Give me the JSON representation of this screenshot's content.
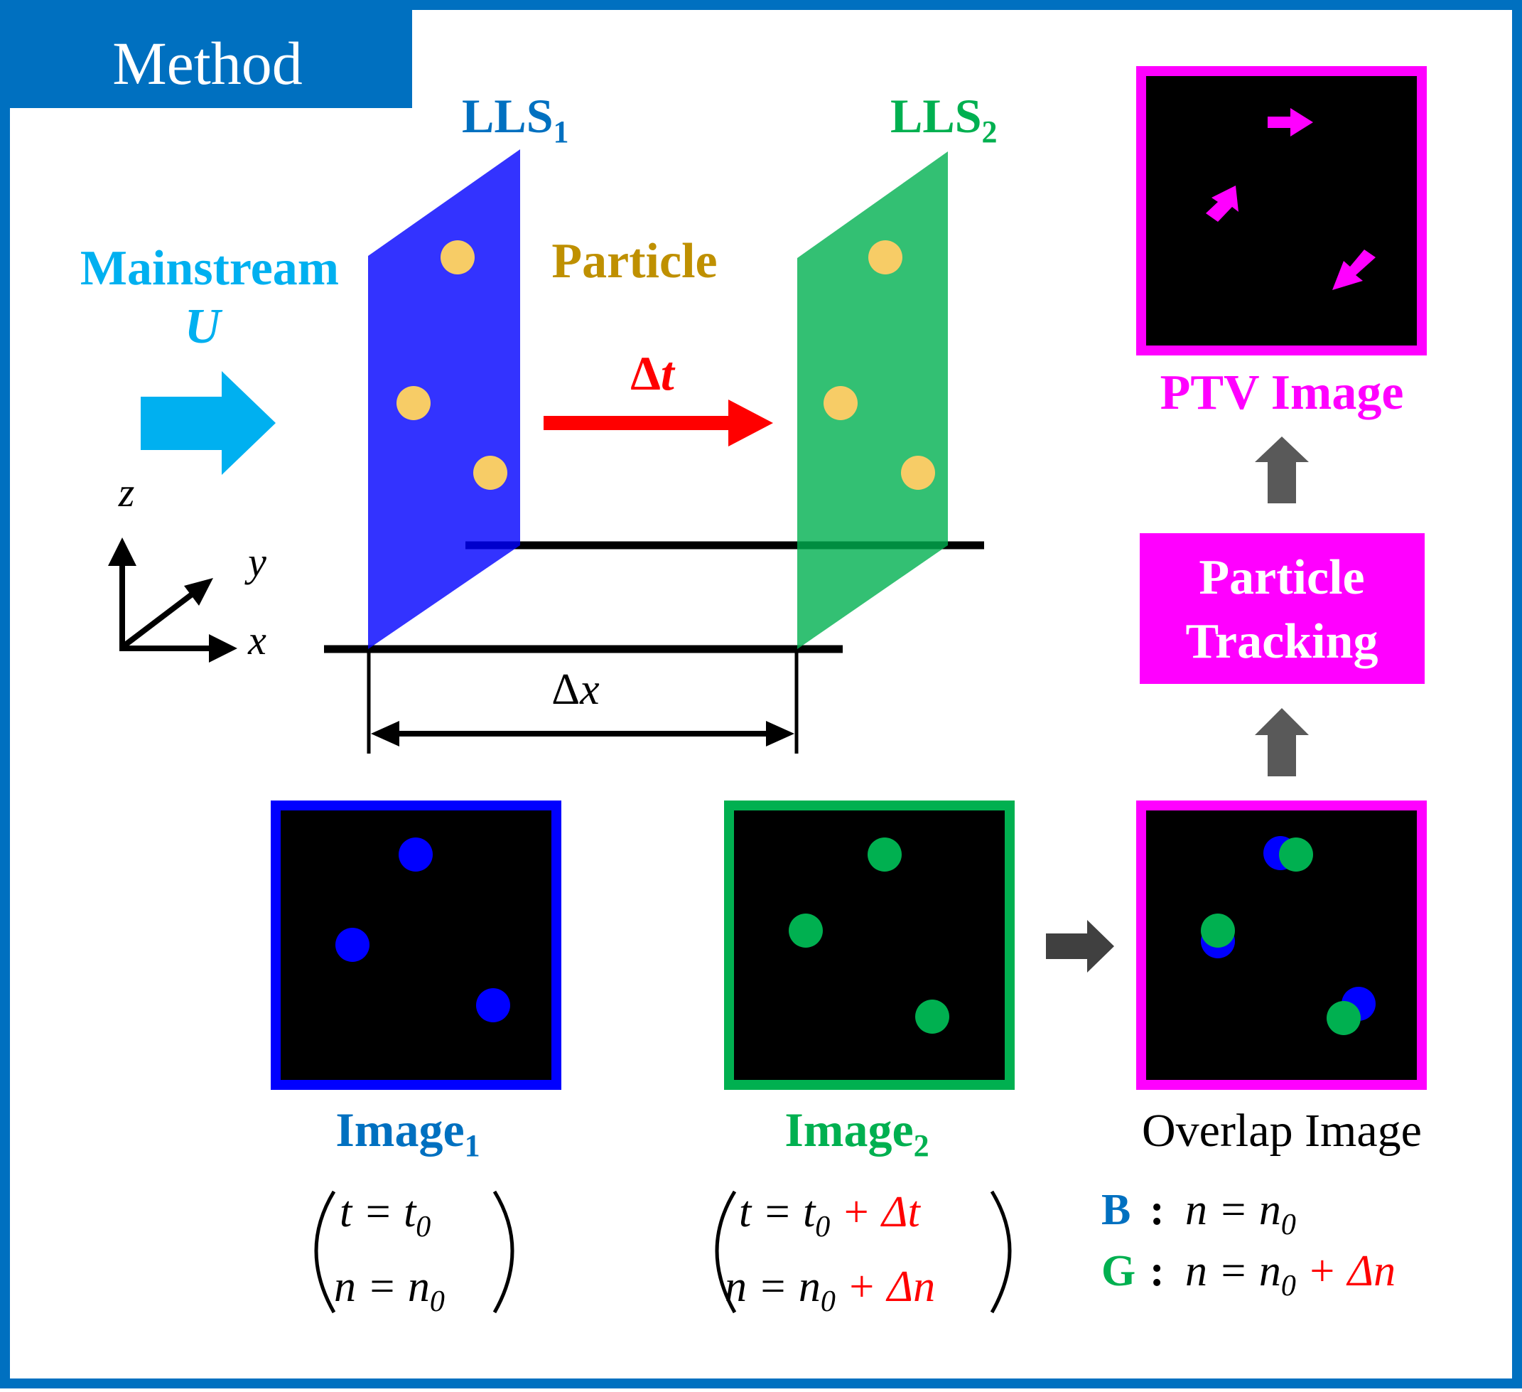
{
  "header": {
    "title": "Method"
  },
  "labels": {
    "lls1": "LLS",
    "lls1_sub": "1",
    "lls2": "LLS",
    "lls2_sub": "2",
    "mainstream": "Mainstream",
    "mainstream_symbol": "U",
    "particle": "Particle",
    "dt_delta": "Δ",
    "dt_t": "t",
    "dx_delta": "Δ",
    "dx_x": "x",
    "axis_z": "z",
    "axis_y": "y",
    "axis_x": "x"
  },
  "panels": {
    "ptv_title": "PTV Image",
    "tracking_line1": "Particle",
    "tracking_line2": "Tracking",
    "image1_label": "Image",
    "image1_sub": "1",
    "image2_label": "Image",
    "image2_sub": "2",
    "overlap_label": "Overlap Image"
  },
  "equations": {
    "image1": {
      "line1": "t = t",
      "line1_sub": "0",
      "line2": "n = n",
      "line2_sub": "0"
    },
    "image2": {
      "line1": "t = t",
      "line1_sub": "0",
      "line1_red": " + Δt",
      "line2": "n = n",
      "line2_sub": "0",
      "line2_red": " + Δn"
    },
    "legend_b": {
      "key": "B",
      "colon": ":",
      "eq": "n = n",
      "sub": "0"
    },
    "legend_g": {
      "key": "G",
      "colon": ":",
      "eq": "n = n",
      "sub": "0",
      "red": " + Δn"
    }
  },
  "colors": {
    "frame": "#0070c0",
    "lls1": "#0000ff",
    "lls2": "#00b050",
    "particle": "#f7cc66",
    "particle_label": "#bf9000",
    "mainstream": "#00b0f0",
    "dt": "#ff0000",
    "magenta": "#ff00ff",
    "dark_arrow": "#595959"
  }
}
